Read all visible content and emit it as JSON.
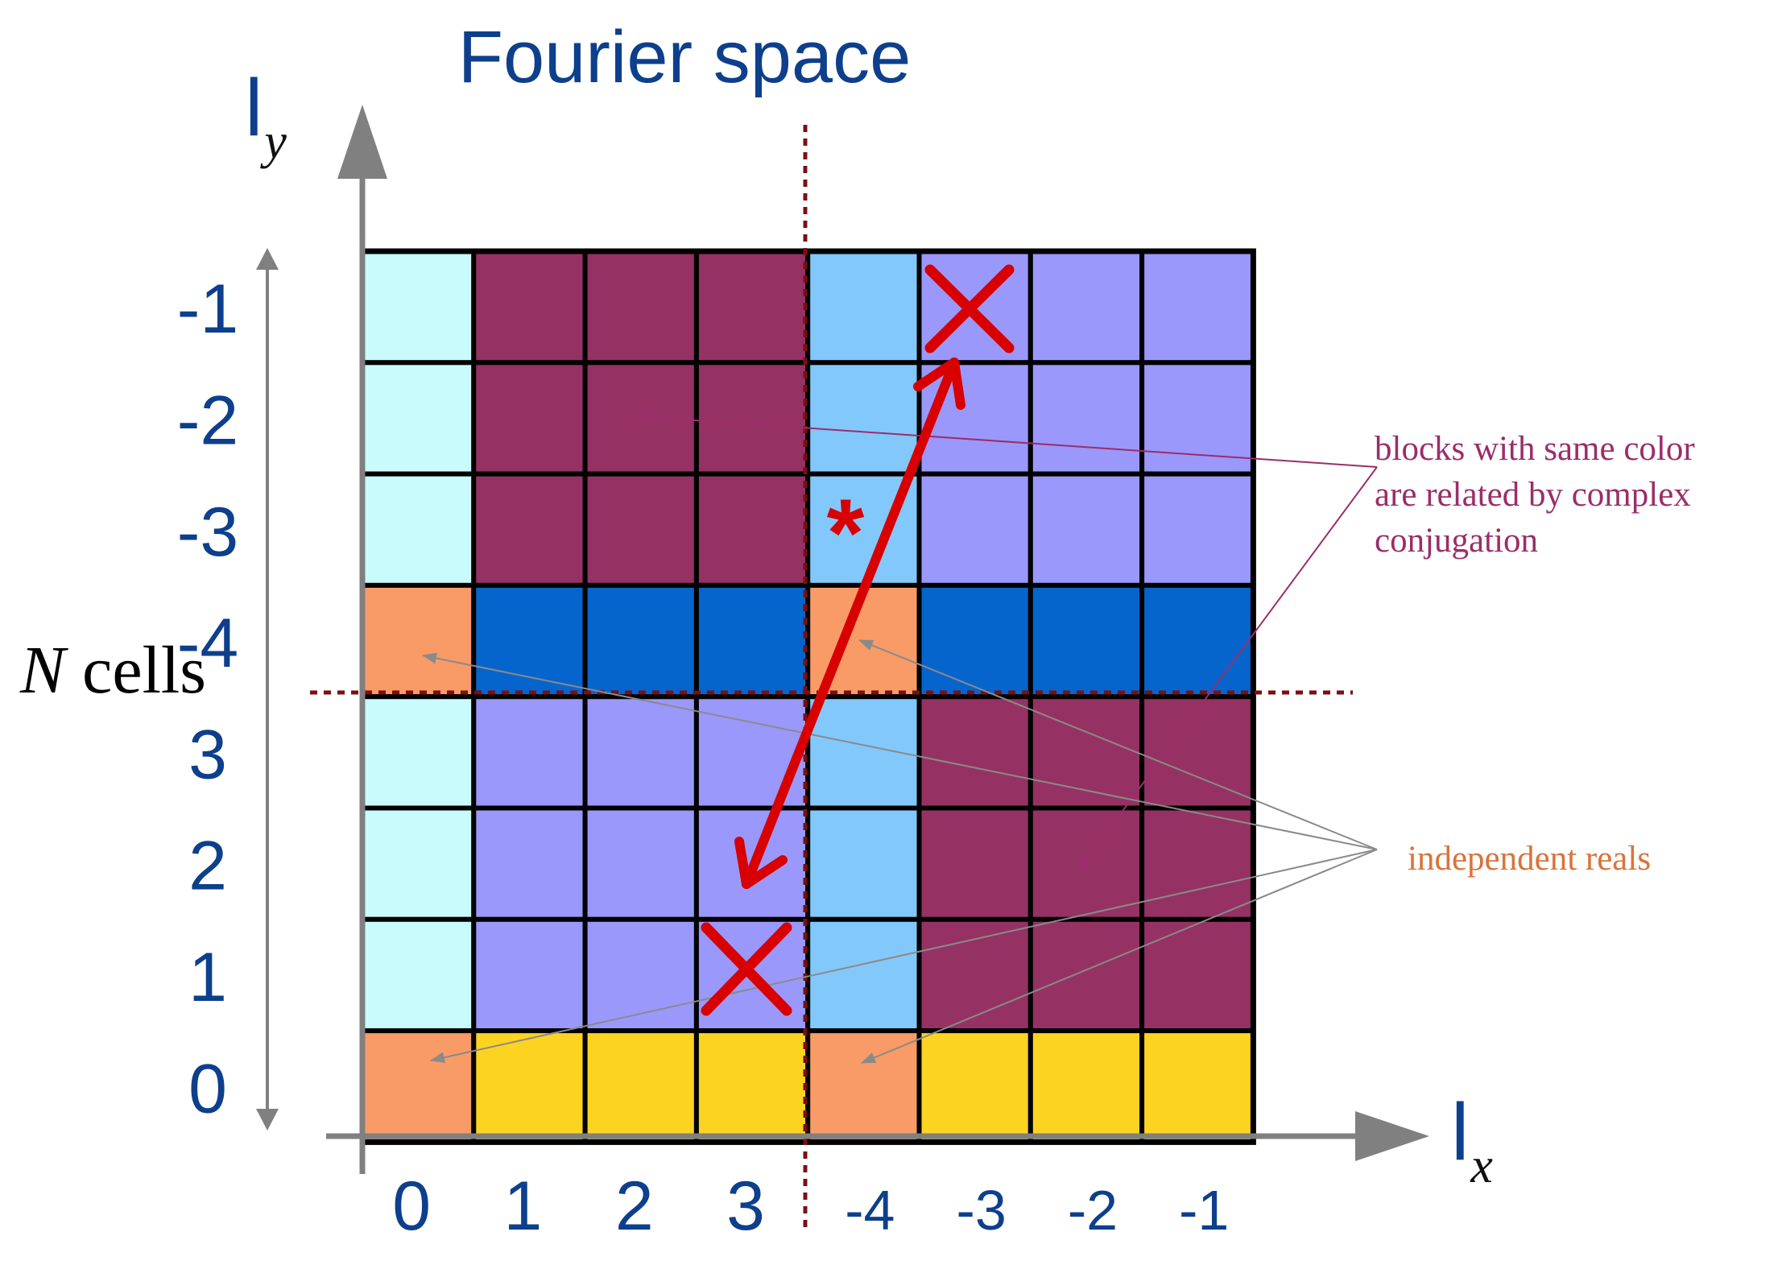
{
  "title": "Fourier space",
  "axes": {
    "x_label": "l",
    "x_sub": "x",
    "y_label": "l",
    "y_sub": "y",
    "x_ticks": [
      "0",
      "1",
      "2",
      "3",
      "-4",
      "-3",
      "-2",
      "-1"
    ],
    "y_ticks_top_to_bottom": [
      "-1",
      "-2",
      "-3",
      "-4",
      "3",
      "2",
      "1",
      "0"
    ],
    "size_label_italic": "N",
    "size_label_rest": " cells"
  },
  "colors": {
    "title": "#0d3f8c",
    "tick": "#0d3f8c",
    "axis_arrow": "#808080",
    "grid_line": "#000000",
    "divider": "#7a1010",
    "conj_arrow": "#d80000",
    "annot_conj": "#9b2d6a",
    "annot_reals": "#d9733b",
    "cell_a": "#c9fbfd",
    "cell_b": "#953263",
    "cell_c": "#83c8fb",
    "cell_d": "#9a98fb",
    "cell_e": "#f99b67",
    "cell_f": "#0665cc",
    "cell_g": "#fdd322"
  },
  "grid": {
    "rows": [
      [
        "a",
        "b",
        "b",
        "b",
        "c",
        "d",
        "d",
        "d"
      ],
      [
        "a",
        "b",
        "b",
        "b",
        "c",
        "d",
        "d",
        "d"
      ],
      [
        "a",
        "b",
        "b",
        "b",
        "c",
        "d",
        "d",
        "d"
      ],
      [
        "e",
        "f",
        "f",
        "f",
        "e",
        "f",
        "f",
        "f"
      ],
      [
        "a",
        "d",
        "d",
        "d",
        "c",
        "b",
        "b",
        "b"
      ],
      [
        "a",
        "d",
        "d",
        "d",
        "c",
        "b",
        "b",
        "b"
      ],
      [
        "a",
        "d",
        "d",
        "d",
        "c",
        "b",
        "b",
        "b"
      ],
      [
        "e",
        "g",
        "g",
        "g",
        "e",
        "g",
        "g",
        "g"
      ]
    ]
  },
  "annotations": {
    "conj_lines": [
      "blocks with same color",
      "are related by complex",
      "conjugation"
    ],
    "reals": "independent reals",
    "star": "*"
  }
}
